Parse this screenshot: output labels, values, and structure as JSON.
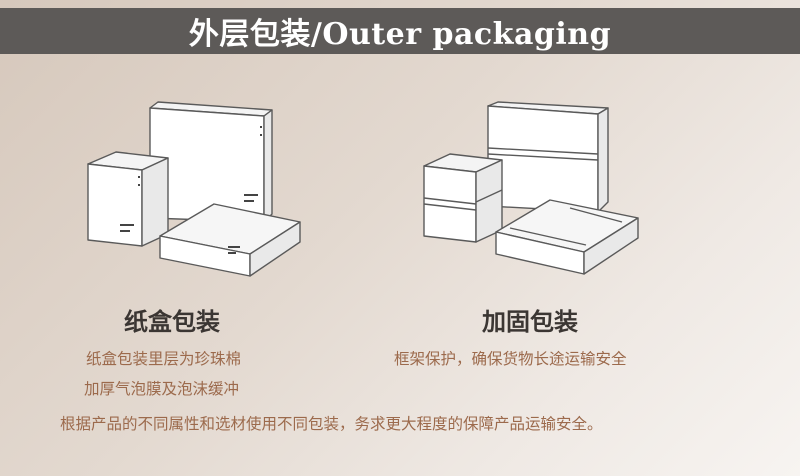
{
  "banner": {
    "title": "外层包装/Outer packaging"
  },
  "carton_packaging": {
    "title": "纸盒包装",
    "description_line1": "纸盒包装里层为珍珠棉",
    "description_line2": "加厚气泡膜及泡沫缓冲"
  },
  "reinforced_packaging": {
    "title": "加固包装",
    "description_line1": "框架保护，确保货物长途运输安全"
  },
  "footer": {
    "note": "根据产品的不同属性和选材使用不同包装，务求更大程度的保障产品运输安全。"
  },
  "colors": {
    "banner_bg": "#5d5a58",
    "title_text": "#3b3633",
    "description_text": "#9c6a4c"
  }
}
